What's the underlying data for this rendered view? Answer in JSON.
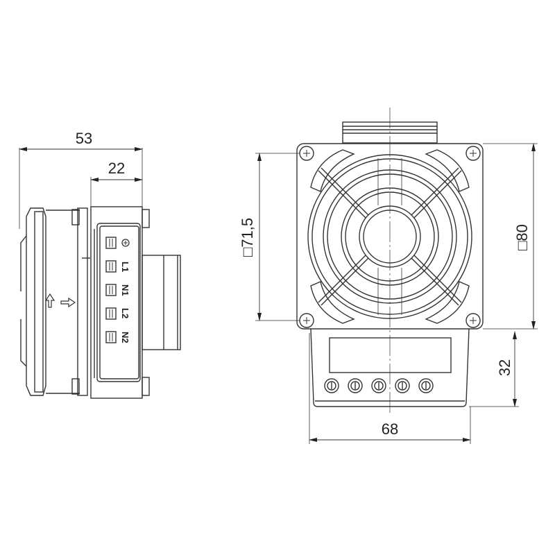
{
  "drawing": {
    "type": "technical-dimension-drawing",
    "line_color": "#333333",
    "background": "#ffffff"
  },
  "side_view": {
    "dimensions": {
      "overall_depth": "53",
      "terminal_depth": "22"
    },
    "terminals": [
      {
        "label": "⊕",
        "name": "ground"
      },
      {
        "label": "L1",
        "name": "L1"
      },
      {
        "label": "N1",
        "name": "N1"
      },
      {
        "label": "L2",
        "name": "L2"
      },
      {
        "label": "N2",
        "name": "N2"
      }
    ],
    "airflow_arrows": [
      "up-arrow",
      "right-arrow"
    ]
  },
  "front_view": {
    "dimensions": {
      "mounting_square": "□71,5",
      "overall_square": "□80",
      "control_height": "32",
      "control_width": "68"
    },
    "buttons_count": 5
  }
}
